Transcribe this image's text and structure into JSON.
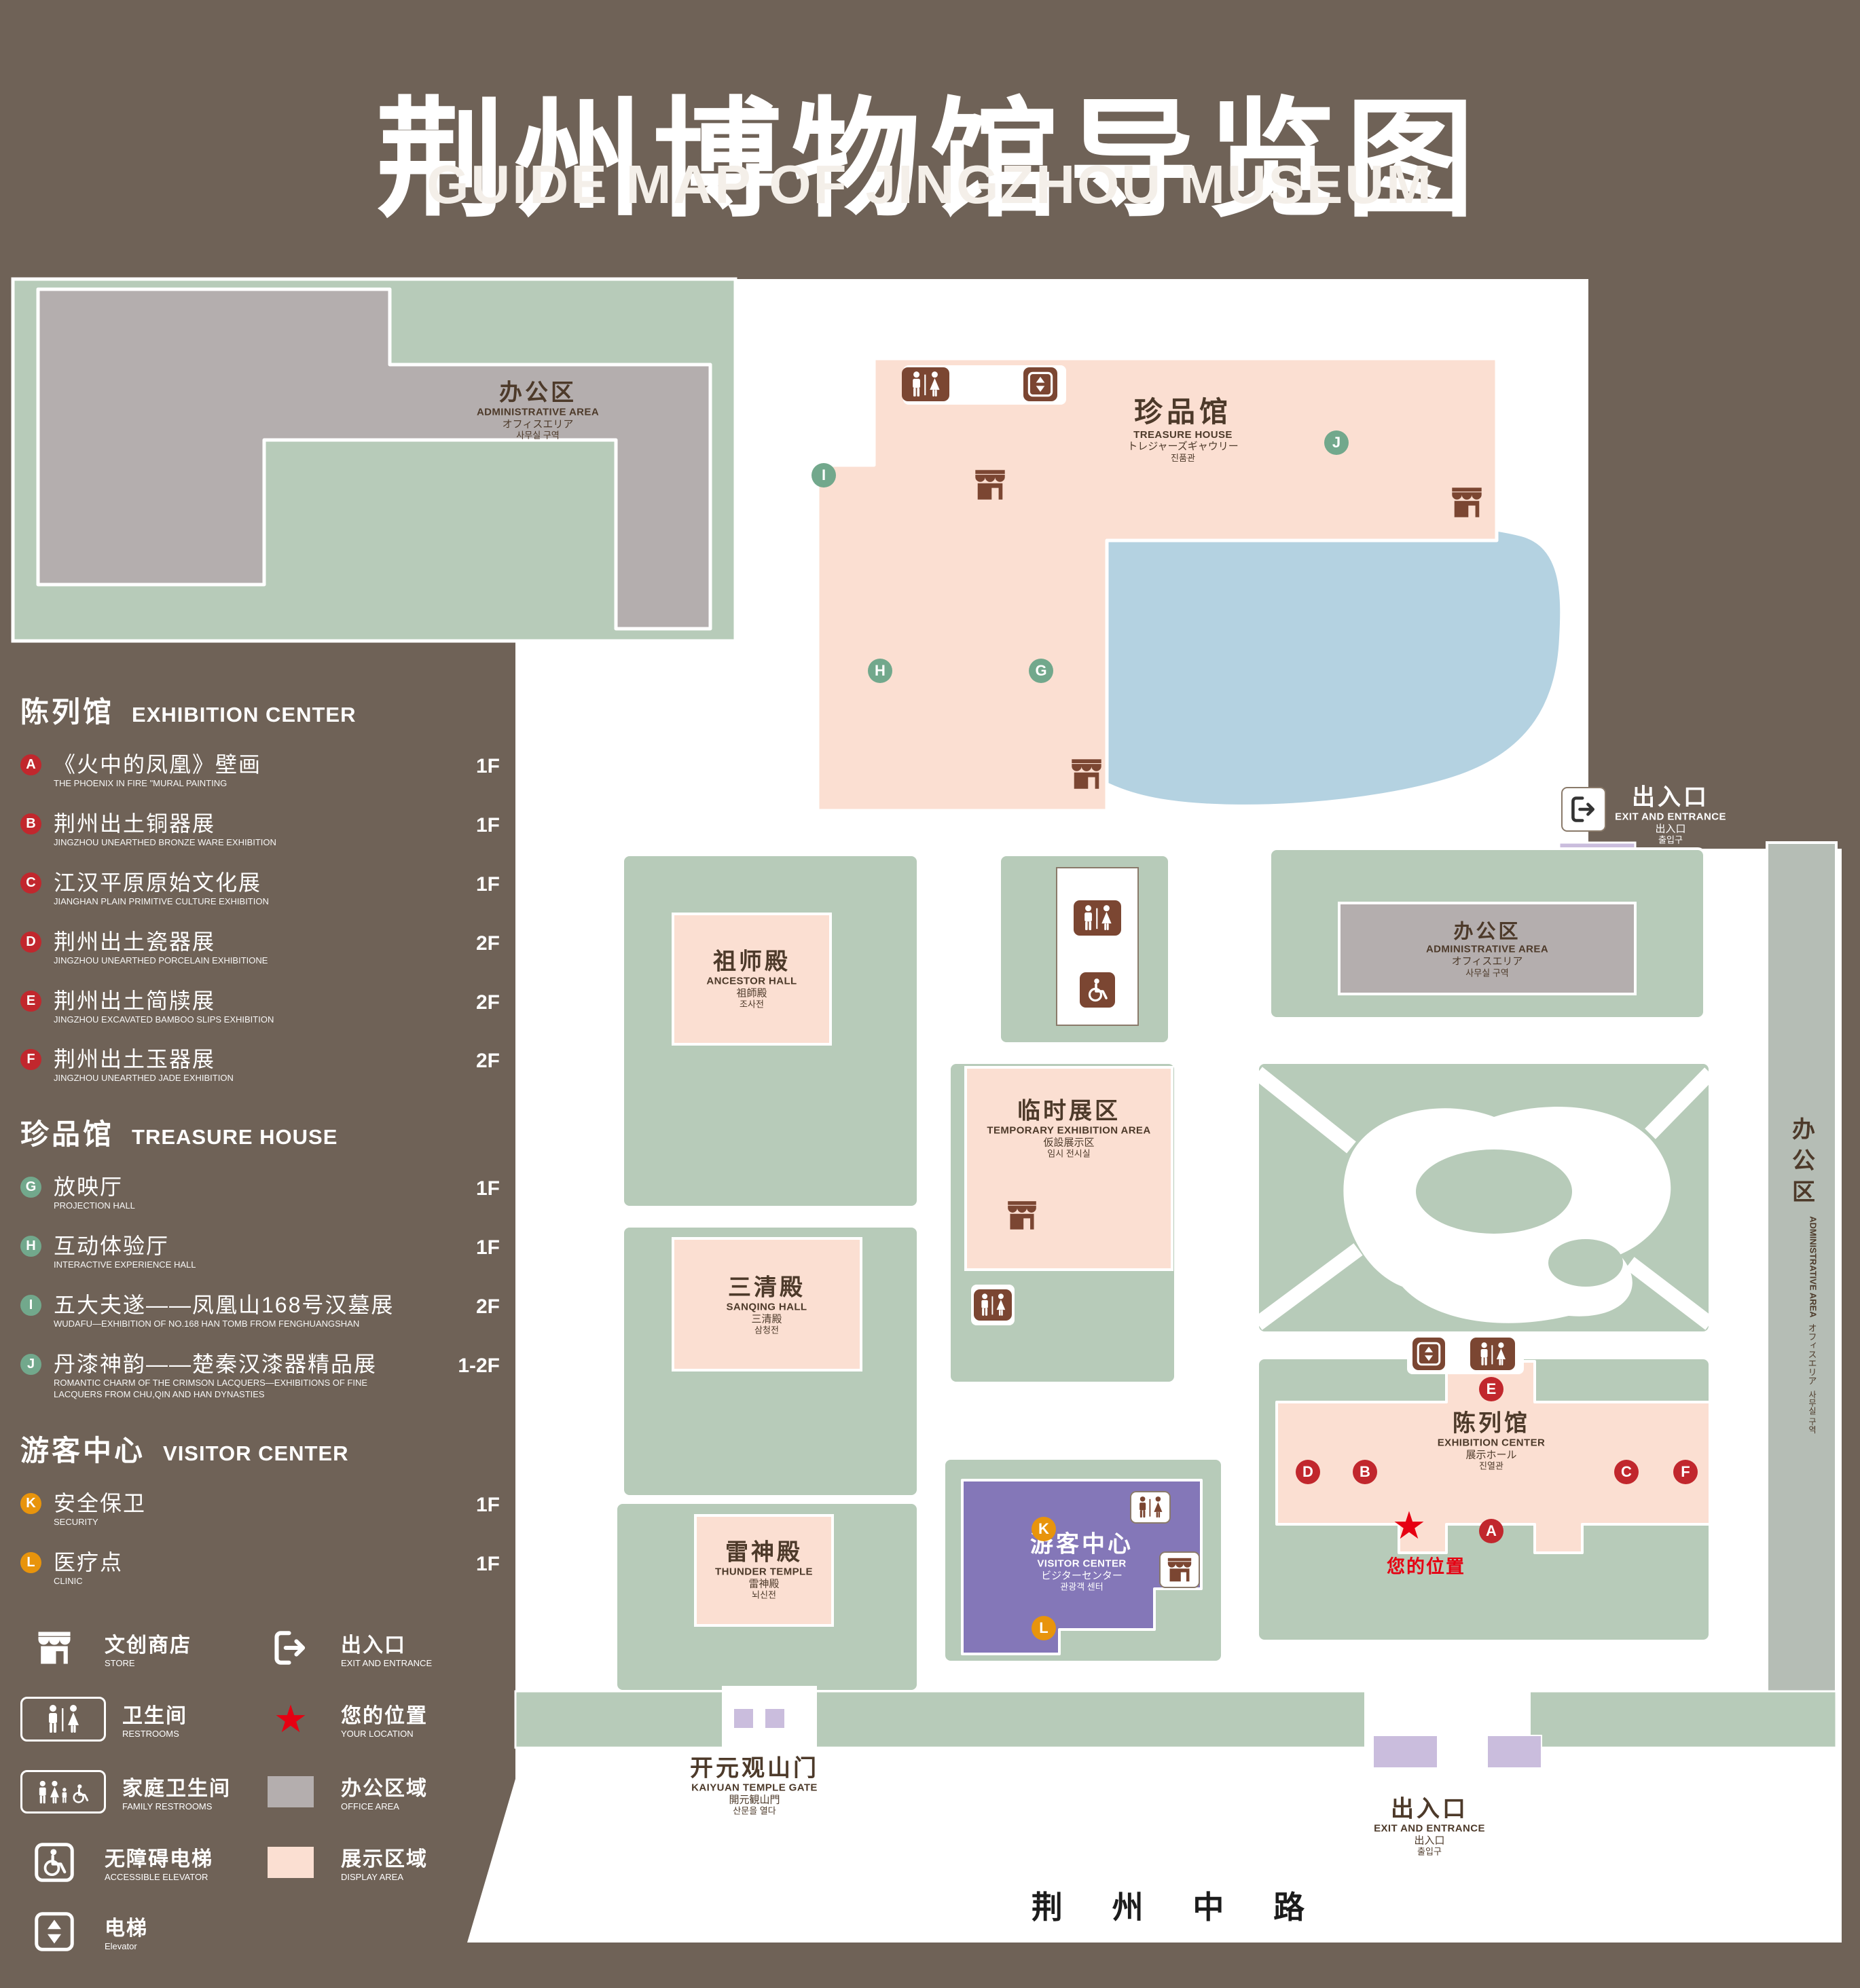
{
  "title": {
    "zh": "荆州博物馆导览图",
    "en": "GUIDE MAP OF JINGZHOU MUSEUM"
  },
  "colors": {
    "background": "#6f6257",
    "lawn_green": "#b7cbb9",
    "display_pink": "#fbdfd2",
    "office_gray": "#b4aeae",
    "water_blue": "#b4d2e1",
    "visitor_purple": "#8477b8",
    "gate_purple": "#cabddd",
    "marker_red": "#c1272d",
    "marker_green": "#72a88c",
    "marker_orange": "#e8940c",
    "location_red": "#e60012",
    "icon_brown": "#7b4632"
  },
  "legend": {
    "sections": [
      {
        "zh": "陈列馆",
        "en": "EXHIBITION CENTER",
        "items": [
          {
            "id": "A",
            "zh": "《火中的凤凰》壁画",
            "en": "THE PHOENIX IN FIRE \"MURAL PAINTING",
            "floor": "1F"
          },
          {
            "id": "B",
            "zh": "荆州出土铜器展",
            "en": "JINGZHOU UNEARTHED BRONZE WARE EXHIBITION",
            "floor": "1F"
          },
          {
            "id": "C",
            "zh": "江汉平原原始文化展",
            "en": "JIANGHAN PLAIN PRIMITIVE CULTURE EXHIBITION",
            "floor": "1F"
          },
          {
            "id": "D",
            "zh": "荆州出土瓷器展",
            "en": "JINGZHOU UNEARTHED PORCELAIN EXHIBITIONE",
            "floor": "2F"
          },
          {
            "id": "E",
            "zh": "荆州出土简牍展",
            "en": "JINGZHOU EXCAVATED BAMBOO SLIPS EXHIBITION",
            "floor": "2F"
          },
          {
            "id": "F",
            "zh": "荆州出土玉器展",
            "en": "JINGZHOU UNEARTHED JADE EXHIBITION",
            "floor": "2F"
          }
        ]
      },
      {
        "zh": "珍品馆",
        "en": "TREASURE HOUSE",
        "items": [
          {
            "id": "G",
            "zh": "放映厅",
            "en": "PROJECTION HALL",
            "floor": "1F"
          },
          {
            "id": "H",
            "zh": "互动体验厅",
            "en": "INTERACTIVE EXPERIENCE HALL",
            "floor": "1F"
          },
          {
            "id": "I",
            "zh": "五大夫遂——凤凰山168号汉墓展",
            "en": "WUDAFU—EXHIBITION OF NO.168 HAN TOMB FROM FENGHUANGSHAN",
            "floor": "2F"
          },
          {
            "id": "J",
            "zh": "丹漆神韵——楚秦汉漆器精品展",
            "en": "ROMANTIC CHARM OF THE CRIMSON LACQUERS—EXHIBITIONS OF FINE LACQUERS FROM CHU,QIN AND HAN DYNASTIES",
            "floor": "1-2F"
          }
        ]
      },
      {
        "zh": "游客中心",
        "en": "VISITOR CENTER",
        "items": [
          {
            "id": "K",
            "zh": "安全保卫",
            "en": "SECURITY",
            "floor": "1F"
          },
          {
            "id": "L",
            "zh": "医疗点",
            "en": "CLINIC",
            "floor": "1F"
          }
        ]
      }
    ],
    "symbols": [
      {
        "zh": "文创商店",
        "en": "STORE"
      },
      {
        "zh": "出入口",
        "en": "EXIT AND ENTRANCE"
      },
      {
        "zh": "卫生间",
        "en": "RESTROOMS"
      },
      {
        "zh": "您的位置",
        "en": "YOUR LOCATION"
      },
      {
        "zh": "家庭卫生间",
        "en": "FAMILY RESTROOMS"
      },
      {
        "zh": "办公区域",
        "en": "OFFICE AREA"
      },
      {
        "zh": "无障碍电梯",
        "en": "ACCESSIBLE ELEVATOR"
      },
      {
        "zh": "展示区域",
        "en": "DISPLAY AREA"
      },
      {
        "zh": "电梯",
        "en": "Elevator"
      }
    ]
  },
  "map": {
    "admin_nw": {
      "zh": "办公区",
      "en": "ADMINISTRATIVE AREA",
      "jp": "オフィスエリア",
      "kr": "사무실 구역"
    },
    "treasure_house": {
      "zh": "珍品馆",
      "en": "TREASURE HOUSE",
      "jp": "トレジャーズギャウリー",
      "kr": "진품관"
    },
    "exit_ne": {
      "zh": "出入口",
      "en": "EXIT AND ENTRANCE",
      "jp": "出入口",
      "kr": "출입구"
    },
    "admin_right": {
      "zh": "办公区",
      "en": "ADMINISTRATIVE AREA",
      "jp": "オフィスエリア",
      "kr": "사무실 구역"
    },
    "admin_east": {
      "zh": "办公区",
      "en": "ADMINISTRATIVE AREA",
      "jp": "オフィスエリア",
      "kr": "사무실 구역"
    },
    "ancestor_hall": {
      "zh": "祖师殿",
      "en": "ANCESTOR HALL",
      "jp": "祖師殿",
      "kr": "조사전"
    },
    "temporary_exhibition": {
      "zh": "临时展区",
      "en": "TEMPORARY EXHIBITION AREA",
      "jp": "仮設展示区",
      "kr": "임시 전시실"
    },
    "sanqing_hall": {
      "zh": "三清殿",
      "en": "SANQING HALL",
      "jp": "三清殿",
      "kr": "삼청전"
    },
    "thunder_temple": {
      "zh": "雷神殿",
      "en": "THUNDER TEMPLE",
      "jp": "雷神殿",
      "kr": "뇌신전"
    },
    "visitor_center": {
      "zh": "游客中心",
      "en": "VISITOR CENTER",
      "jp": "ビジターセンター",
      "kr": "관광객 센터"
    },
    "exhibition_center": {
      "zh": "陈列馆",
      "en": "EXHIBITION CENTER",
      "jp": "展示ホール",
      "kr": "진열관"
    },
    "your_location": {
      "zh": "您的位置"
    },
    "kaiyuan_gate": {
      "zh": "开元观山门",
      "en": "KAIYUAN TEMPLE GATE",
      "jp": "開元観山門",
      "kr": "산문을 열다"
    },
    "exit_south": {
      "zh": "出入口",
      "en": "EXIT AND ENTRANCE",
      "jp": "出入口",
      "kr": "출입구"
    },
    "road": {
      "zh": "荆 州 中 路"
    },
    "markers": {
      "A": "A",
      "B": "B",
      "C": "C",
      "D": "D",
      "E": "E",
      "F": "F",
      "G": "G",
      "H": "H",
      "I": "I",
      "J": "J",
      "K": "K",
      "L": "L"
    }
  }
}
